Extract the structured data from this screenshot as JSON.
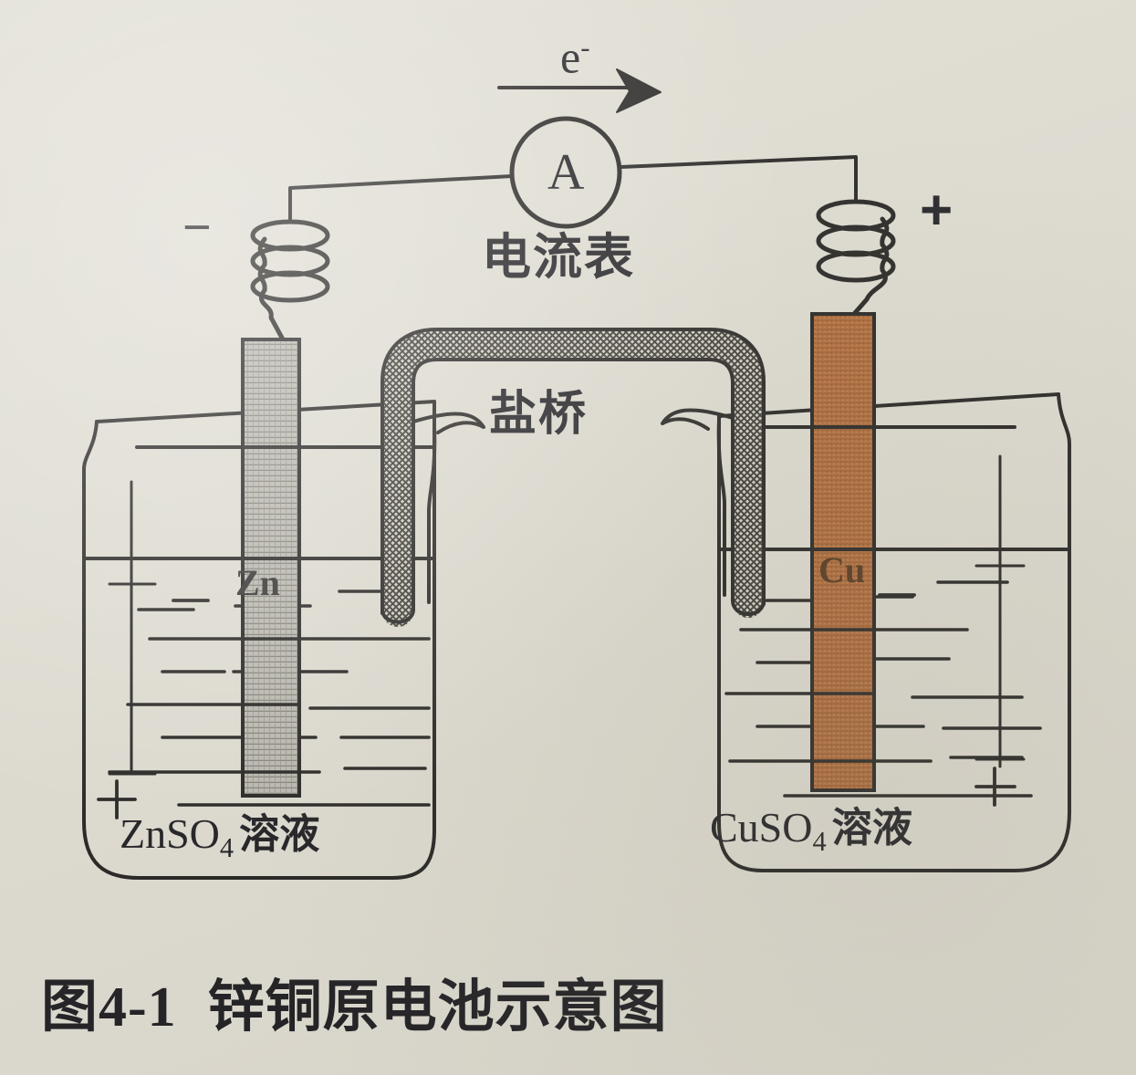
{
  "figure": {
    "caption_prefix": "图",
    "caption_number": "4-1",
    "caption_title": "锌铜原电池示意图",
    "caption_full": "图 4-1  锌铜原电池示意图",
    "background_color": "#dedbd0",
    "ink_color": "#17161a"
  },
  "circuit": {
    "electron_label": "e",
    "electron_charge": "-",
    "electron_flow_direction": "left-to-right",
    "ammeter_symbol": "A",
    "ammeter_label": "电流表",
    "negative_terminal": "−",
    "positive_terminal": "+"
  },
  "salt_bridge": {
    "label": "盐桥",
    "fill": "cross-hatch",
    "color": "#3a372f"
  },
  "electrodes": [
    {
      "id": "zinc",
      "label": "Zn",
      "polarity": "−",
      "color": "#a5a39a",
      "side": "left"
    },
    {
      "id": "copper",
      "label": "Cu",
      "polarity": "+",
      "color": "#a9622f",
      "side": "right"
    }
  ],
  "beakers": [
    {
      "id": "left-beaker",
      "solution_formula": "ZnSO",
      "solution_subscript": "4",
      "solution_word": "溶液",
      "solution_label": "ZnSO4 溶液",
      "ion_marks": [
        "−",
        "+"
      ]
    },
    {
      "id": "right-beaker",
      "solution_formula": "CuSO",
      "solution_subscript": "4",
      "solution_word": "溶液",
      "solution_label": "CuSO4 溶液",
      "ion_marks": [
        "−",
        "+"
      ]
    }
  ]
}
